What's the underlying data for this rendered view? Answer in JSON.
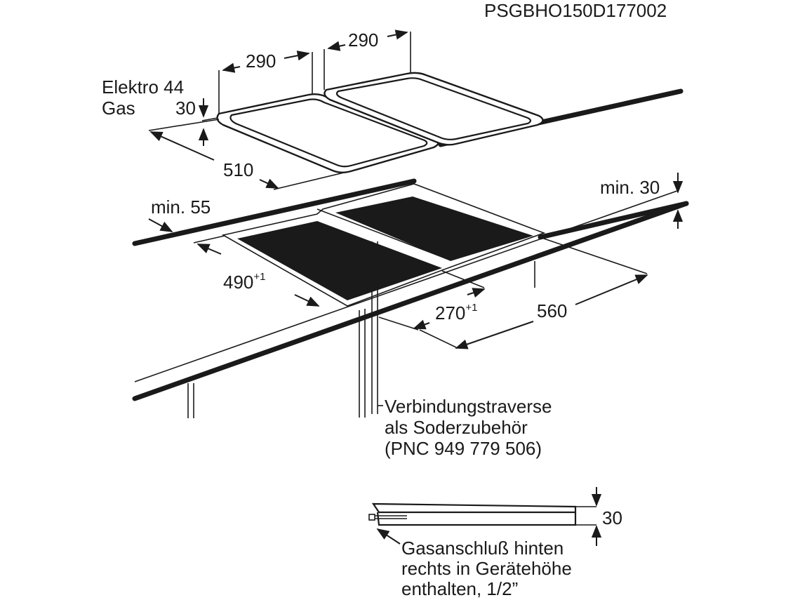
{
  "doc_code": "PSGBHO150D177002",
  "top_view": {
    "width_left": "290",
    "width_right": "290",
    "depth": "510",
    "height_label_line1": "Elektro 44",
    "height_label_line2_name": "Gas",
    "height_label_line2_value": "30"
  },
  "cutout": {
    "min_front": "min. 55",
    "min_back": "min. 30",
    "depth_value": "490",
    "depth_tolerance": "+1",
    "width_value": "270",
    "width_tolerance": "+1",
    "total_width": "560"
  },
  "connector_note": {
    "line1": "Verbindungstraverse",
    "line2": "als Soderzubehör",
    "line3": "(PNC 949 779 506)"
  },
  "side_view": {
    "height": "30",
    "note_line1": "Gasanschluß hinten",
    "note_line2": "rechts in Gerätehöhe",
    "note_line3": "enthalten, 1/2”"
  }
}
